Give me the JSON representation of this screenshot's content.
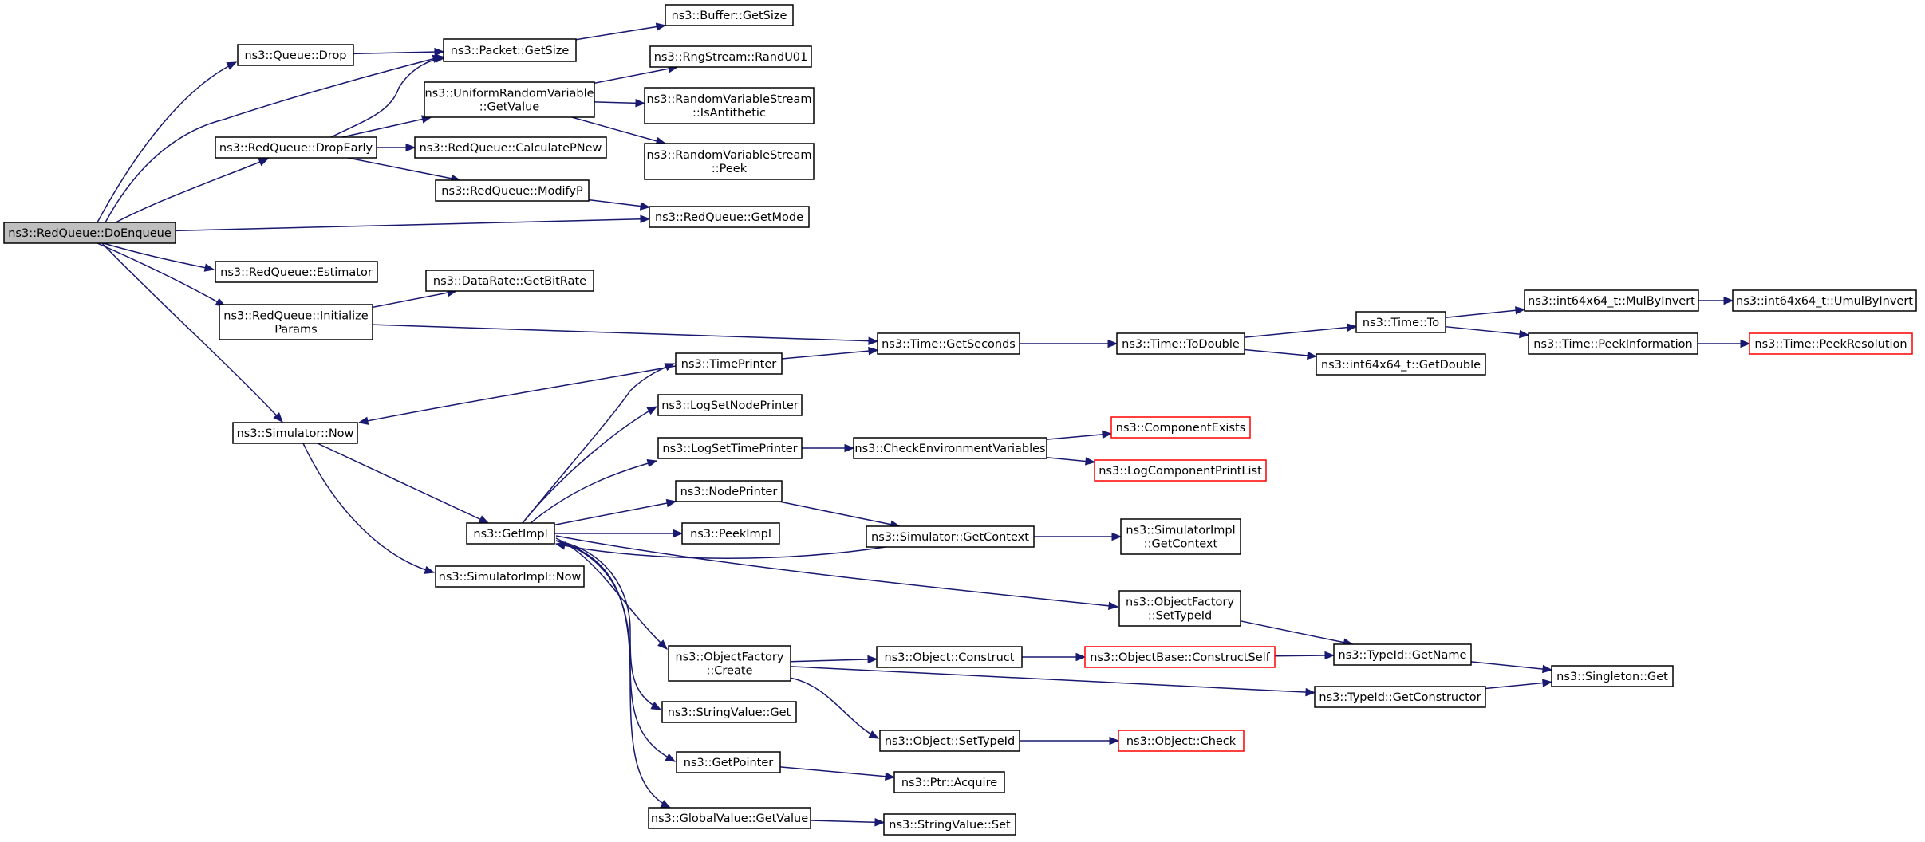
{
  "colors": {
    "edge": "#191970",
    "node_border": "#000000",
    "node_border_truncated": "#ff0000",
    "root_fill": "#bfbfbf",
    "node_fill": "#ffffff"
  },
  "nodes": [
    {
      "id": "doenqueue",
      "lines": [
        "ns3::RedQueue::DoEnqueue"
      ],
      "kind": "root"
    },
    {
      "id": "drop",
      "lines": [
        "ns3::Queue::Drop"
      ],
      "kind": "normal"
    },
    {
      "id": "pkt_getsize",
      "lines": [
        "ns3::Packet::GetSize"
      ],
      "kind": "normal"
    },
    {
      "id": "buf_getsize",
      "lines": [
        "ns3::Buffer::GetSize"
      ],
      "kind": "normal"
    },
    {
      "id": "randu01",
      "lines": [
        "ns3::RngStream::RandU01"
      ],
      "kind": "normal"
    },
    {
      "id": "urv_getvalue",
      "lines": [
        "ns3::UniformRandomVariable",
        "::GetValue"
      ],
      "kind": "normal"
    },
    {
      "id": "rvs_isanti",
      "lines": [
        "ns3::RandomVariableStream",
        "::IsAntithetic"
      ],
      "kind": "normal"
    },
    {
      "id": "rvs_peek",
      "lines": [
        "ns3::RandomVariableStream",
        "::Peek"
      ],
      "kind": "normal"
    },
    {
      "id": "dropearly",
      "lines": [
        "ns3::RedQueue::DropEarly"
      ],
      "kind": "normal"
    },
    {
      "id": "calcpnew",
      "lines": [
        "ns3::RedQueue::CalculatePNew"
      ],
      "kind": "normal"
    },
    {
      "id": "modifyp",
      "lines": [
        "ns3::RedQueue::ModifyP"
      ],
      "kind": "normal"
    },
    {
      "id": "getmode",
      "lines": [
        "ns3::RedQueue::GetMode"
      ],
      "kind": "normal"
    },
    {
      "id": "estimator",
      "lines": [
        "ns3::RedQueue::Estimator"
      ],
      "kind": "normal"
    },
    {
      "id": "getbitrate",
      "lines": [
        "ns3::DataRate::GetBitRate"
      ],
      "kind": "normal"
    },
    {
      "id": "initparams",
      "lines": [
        "ns3::RedQueue::Initialize",
        "Params"
      ],
      "kind": "normal"
    },
    {
      "id": "getseconds",
      "lines": [
        "ns3::Time::GetSeconds"
      ],
      "kind": "normal"
    },
    {
      "id": "todouble",
      "lines": [
        "ns3::Time::ToDouble"
      ],
      "kind": "normal"
    },
    {
      "id": "time_to",
      "lines": [
        "ns3::Time::To"
      ],
      "kind": "normal"
    },
    {
      "id": "mulbyinvert",
      "lines": [
        "ns3::int64x64_t::MulByInvert"
      ],
      "kind": "normal"
    },
    {
      "id": "umulbyinvert",
      "lines": [
        "ns3::int64x64_t::UmulByInvert"
      ],
      "kind": "normal"
    },
    {
      "id": "peekinfo",
      "lines": [
        "ns3::Time::PeekInformation"
      ],
      "kind": "normal"
    },
    {
      "id": "peekres",
      "lines": [
        "ns3::Time::PeekResolution"
      ],
      "kind": "truncated"
    },
    {
      "id": "getdouble",
      "lines": [
        "ns3::int64x64_t::GetDouble"
      ],
      "kind": "normal"
    },
    {
      "id": "timeprinter",
      "lines": [
        "ns3::TimePrinter"
      ],
      "kind": "normal"
    },
    {
      "id": "sim_now",
      "lines": [
        "ns3::Simulator::Now"
      ],
      "kind": "normal"
    },
    {
      "id": "logsetnode",
      "lines": [
        "ns3::LogSetNodePrinter"
      ],
      "kind": "normal"
    },
    {
      "id": "logsettime",
      "lines": [
        "ns3::LogSetTimePrinter"
      ],
      "kind": "normal"
    },
    {
      "id": "checkenv",
      "lines": [
        "ns3::CheckEnvironmentVariables"
      ],
      "kind": "normal"
    },
    {
      "id": "compexists",
      "lines": [
        "ns3::ComponentExists"
      ],
      "kind": "truncated"
    },
    {
      "id": "logcomplist",
      "lines": [
        "ns3::LogComponentPrintList"
      ],
      "kind": "truncated"
    },
    {
      "id": "nodeprinter",
      "lines": [
        "ns3::NodePrinter"
      ],
      "kind": "normal"
    },
    {
      "id": "getimpl",
      "lines": [
        "ns3::GetImpl"
      ],
      "kind": "normal"
    },
    {
      "id": "peekimpl",
      "lines": [
        "ns3::PeekImpl"
      ],
      "kind": "normal"
    },
    {
      "id": "sim_getcontext",
      "lines": [
        "ns3::Simulator::GetContext"
      ],
      "kind": "normal"
    },
    {
      "id": "simimpl_getcontext",
      "lines": [
        "ns3::SimulatorImpl",
        "::GetContext"
      ],
      "kind": "normal"
    },
    {
      "id": "simimpl_now",
      "lines": [
        "ns3::SimulatorImpl::Now"
      ],
      "kind": "normal"
    },
    {
      "id": "of_settypeid",
      "lines": [
        "ns3::ObjectFactory",
        "::SetTypeId"
      ],
      "kind": "normal"
    },
    {
      "id": "typeid_getname",
      "lines": [
        "ns3::TypeId::GetName"
      ],
      "kind": "normal"
    },
    {
      "id": "singleton_get",
      "lines": [
        "ns3::Singleton::Get"
      ],
      "kind": "normal"
    },
    {
      "id": "of_create",
      "lines": [
        "ns3::ObjectFactory",
        "::Create"
      ],
      "kind": "normal"
    },
    {
      "id": "obj_construct",
      "lines": [
        "ns3::Object::Construct"
      ],
      "kind": "normal"
    },
    {
      "id": "constructself",
      "lines": [
        "ns3::ObjectBase::ConstructSelf"
      ],
      "kind": "truncated"
    },
    {
      "id": "getconstructor",
      "lines": [
        "ns3::TypeId::GetConstructor"
      ],
      "kind": "normal"
    },
    {
      "id": "sv_get",
      "lines": [
        "ns3::StringValue::Get"
      ],
      "kind": "normal"
    },
    {
      "id": "obj_settypeid",
      "lines": [
        "ns3::Object::SetTypeId"
      ],
      "kind": "normal"
    },
    {
      "id": "obj_check",
      "lines": [
        "ns3::Object::Check"
      ],
      "kind": "truncated"
    },
    {
      "id": "getpointer",
      "lines": [
        "ns3::GetPointer"
      ],
      "kind": "normal"
    },
    {
      "id": "ptr_acquire",
      "lines": [
        "ns3::Ptr::Acquire"
      ],
      "kind": "normal"
    },
    {
      "id": "gv_getvalue",
      "lines": [
        "ns3::GlobalValue::GetValue"
      ],
      "kind": "normal"
    },
    {
      "id": "sv_set",
      "lines": [
        "ns3::StringValue::Set"
      ],
      "kind": "normal"
    }
  ],
  "edges": [
    [
      "doenqueue",
      "drop"
    ],
    [
      "doenqueue",
      "pkt_getsize"
    ],
    [
      "doenqueue",
      "dropearly"
    ],
    [
      "doenqueue",
      "getmode"
    ],
    [
      "doenqueue",
      "estimator"
    ],
    [
      "doenqueue",
      "initparams"
    ],
    [
      "doenqueue",
      "sim_now"
    ],
    [
      "drop",
      "pkt_getsize"
    ],
    [
      "pkt_getsize",
      "buf_getsize"
    ],
    [
      "dropearly",
      "pkt_getsize"
    ],
    [
      "dropearly",
      "urv_getvalue"
    ],
    [
      "dropearly",
      "calcpnew"
    ],
    [
      "dropearly",
      "modifyp"
    ],
    [
      "urv_getvalue",
      "randu01"
    ],
    [
      "urv_getvalue",
      "rvs_isanti"
    ],
    [
      "urv_getvalue",
      "rvs_peek"
    ],
    [
      "modifyp",
      "getmode"
    ],
    [
      "initparams",
      "getbitrate"
    ],
    [
      "initparams",
      "getseconds"
    ],
    [
      "getseconds",
      "todouble"
    ],
    [
      "todouble",
      "time_to"
    ],
    [
      "todouble",
      "getdouble"
    ],
    [
      "time_to",
      "mulbyinvert"
    ],
    [
      "time_to",
      "peekinfo"
    ],
    [
      "mulbyinvert",
      "umulbyinvert"
    ],
    [
      "peekinfo",
      "peekres"
    ],
    [
      "timeprinter",
      "getseconds"
    ],
    [
      "timeprinter",
      "sim_now"
    ],
    [
      "sim_now",
      "getimpl"
    ],
    [
      "sim_now",
      "simimpl_now"
    ],
    [
      "getimpl",
      "timeprinter"
    ],
    [
      "getimpl",
      "logsetnode"
    ],
    [
      "getimpl",
      "logsettime"
    ],
    [
      "getimpl",
      "nodeprinter"
    ],
    [
      "getimpl",
      "peekimpl"
    ],
    [
      "getimpl",
      "of_settypeid"
    ],
    [
      "getimpl",
      "of_create"
    ],
    [
      "getimpl",
      "sv_get"
    ],
    [
      "getimpl",
      "getpointer"
    ],
    [
      "getimpl",
      "gv_getvalue"
    ],
    [
      "logsettime",
      "checkenv"
    ],
    [
      "checkenv",
      "compexists"
    ],
    [
      "checkenv",
      "logcomplist"
    ],
    [
      "nodeprinter",
      "sim_getcontext"
    ],
    [
      "sim_getcontext",
      "getimpl"
    ],
    [
      "sim_getcontext",
      "simimpl_getcontext"
    ],
    [
      "of_settypeid",
      "typeid_getname"
    ],
    [
      "typeid_getname",
      "singleton_get"
    ],
    [
      "of_create",
      "obj_construct"
    ],
    [
      "of_create",
      "getconstructor"
    ],
    [
      "of_create",
      "obj_settypeid"
    ],
    [
      "obj_construct",
      "constructself"
    ],
    [
      "constructself",
      "typeid_getname"
    ],
    [
      "getconstructor",
      "singleton_get"
    ],
    [
      "obj_settypeid",
      "obj_check"
    ],
    [
      "getpointer",
      "ptr_acquire"
    ],
    [
      "gv_getvalue",
      "sv_set"
    ]
  ]
}
